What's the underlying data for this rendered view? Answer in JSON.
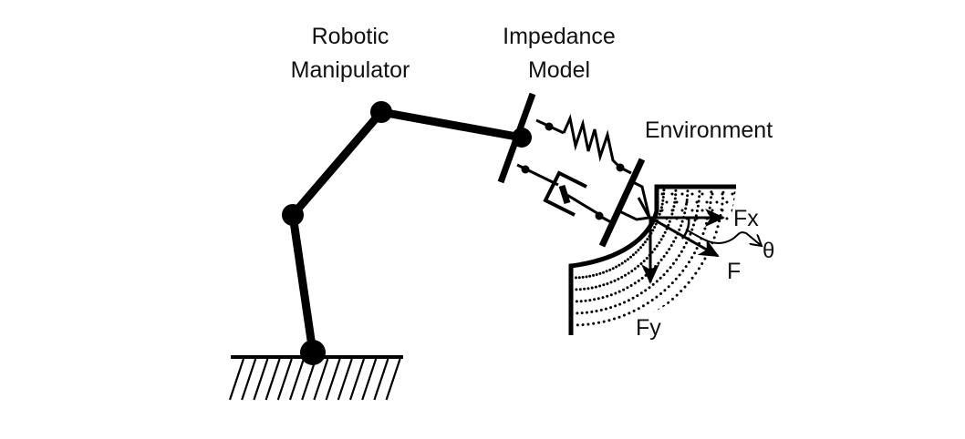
{
  "diagram": {
    "title": "Robotic manipulator with impedance model contacting environment",
    "labels": {
      "manipulator_line1": "Robotic",
      "manipulator_line2": "Manipulator",
      "impedance_line1": "Impedance",
      "impedance_line2": "Model",
      "environment": "Environment",
      "force_x": "Fx",
      "force_total": "F",
      "force_y": "Fy",
      "angle": "θ"
    },
    "components": {
      "manipulator": {
        "links": 3,
        "joints": 4
      },
      "impedance_model": [
        "spring",
        "damper"
      ],
      "environment": "curved-surface"
    },
    "colors": {
      "ink": "#000000",
      "background": "#ffffff"
    }
  }
}
